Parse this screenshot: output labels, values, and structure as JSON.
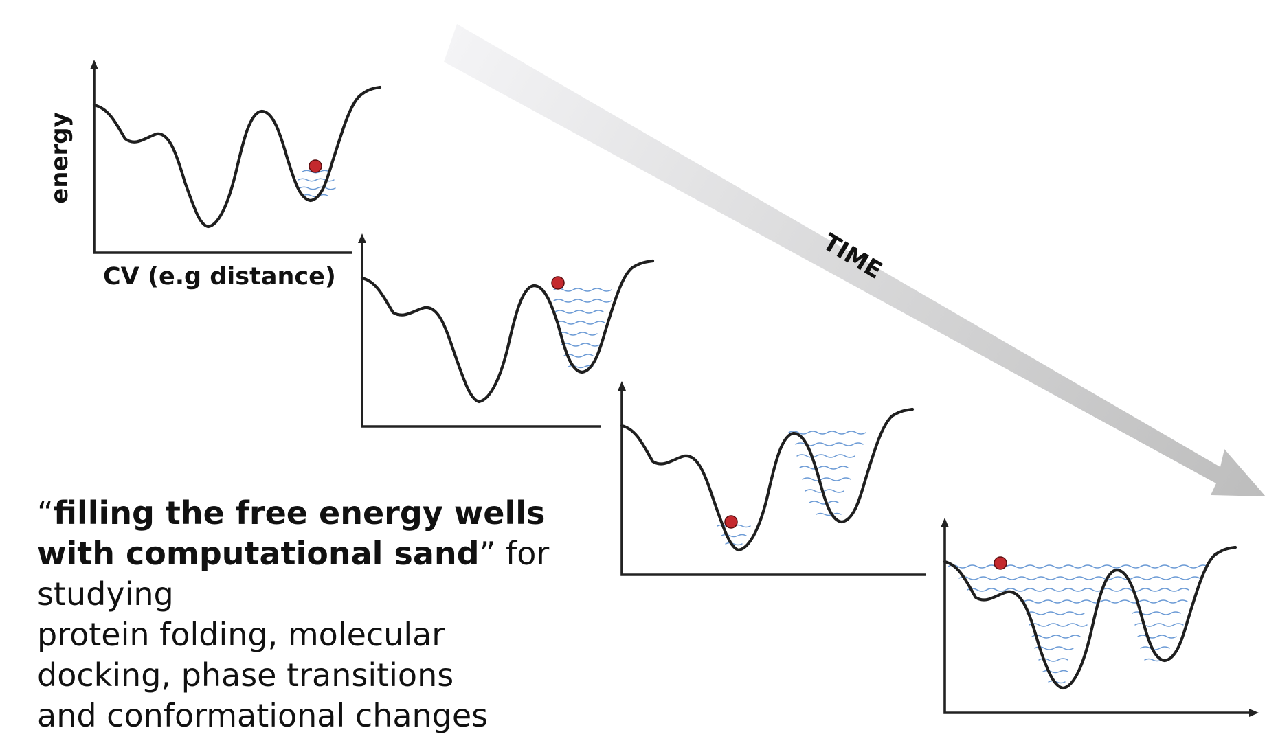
{
  "labels": {
    "y_axis": "energy",
    "x_axis": "CV (e.g distance)",
    "time_arrow": "TIME"
  },
  "caption": {
    "open_quote": "“",
    "bold_text": "filling the free energy wells with computational sand",
    "close_quote": "”",
    "rest_first": " for studying",
    "line_2": "protein folding, molecular",
    "line_3": "docking, phase transitions",
    "line_4": "and conformational changes"
  },
  "colors": {
    "curve": "#1f1f1f",
    "sand": "#5b8fd0",
    "walker": "#c4292e",
    "time_arrow_light": "#f4f4f6",
    "time_arrow_dark": "#bdbdbd"
  },
  "snapshots": [
    {
      "step": 1,
      "filled_wells": "right well partly filled",
      "walker_location": "right well"
    },
    {
      "step": 2,
      "filled_wells": "right well filled to barrier top",
      "walker_location": "top of right well"
    },
    {
      "step": 3,
      "filled_wells": "right well fully filled",
      "walker_location": "deep middle well"
    },
    {
      "step": 4,
      "filled_wells": "all wells filled",
      "walker_location": "above flattened surface"
    }
  ]
}
